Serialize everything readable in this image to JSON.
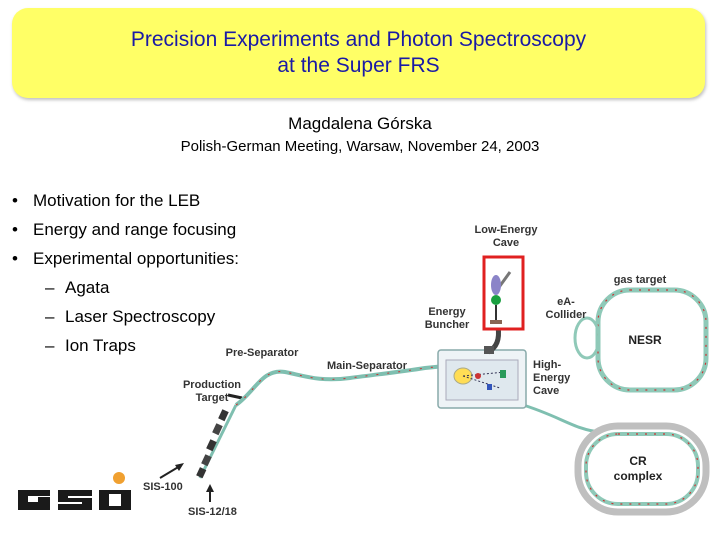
{
  "title": {
    "line1": "Precision Experiments and Photon Spectroscopy",
    "line2": "at the Super FRS"
  },
  "author": "Magdalena Górska",
  "meeting": "Polish-German Meeting, Warsaw, November 24,  2003",
  "bullets": [
    {
      "marker": "•",
      "text": "Motivation for the LEB"
    },
    {
      "marker": "•",
      "text": "Energy and range focusing"
    },
    {
      "marker": "•",
      "text": "Experimental opportunities:"
    }
  ],
  "sub_bullets": [
    {
      "marker": "–",
      "text": "Agata"
    },
    {
      "marker": "–",
      "text": "Laser Spectroscopy"
    },
    {
      "marker": "–",
      "text": "Ion Traps"
    }
  ],
  "diagram": {
    "low_energy_cave": [
      "Low-Energy",
      "Cave"
    ],
    "energy_buncher": [
      "Energy",
      "Buncher"
    ],
    "gas_target": "gas target",
    "ea_collider": [
      "eA-",
      "Collider"
    ],
    "nesr": "NESR",
    "pre_separator": "Pre-Separator",
    "main_separator": "Main-Separator",
    "high_energy_cave": [
      "High-",
      "Energy",
      "Cave"
    ],
    "production_target": [
      "Production",
      "Target"
    ],
    "cr_complex": [
      "CR",
      "complex"
    ],
    "sis100": "SIS-100",
    "sis1218": "SIS-12/18"
  },
  "colors": {
    "title_bg": "#ffff66",
    "title_text": "#1a1aa6",
    "highlight_box": "#e02020",
    "beamline": "#7fbfb0",
    "logo": "#1a1a1a",
    "logo_dot": "#f0a030"
  },
  "logo": "GSI"
}
